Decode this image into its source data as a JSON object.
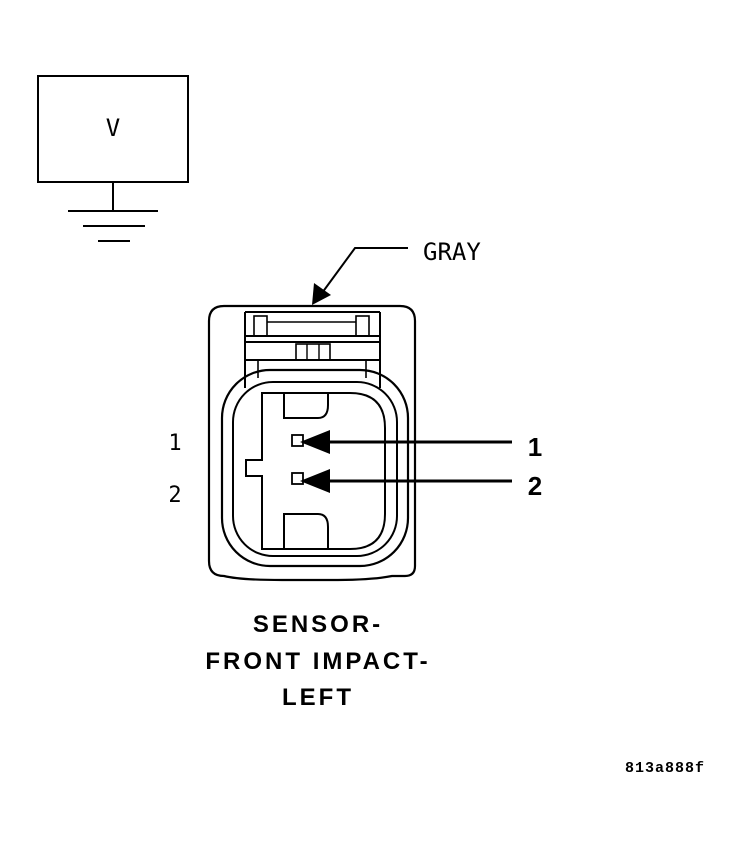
{
  "meter": {
    "label": "V"
  },
  "wire": {
    "color_label": "GRAY"
  },
  "connector": {
    "side_pins": [
      "1",
      "2"
    ],
    "callout_pins": [
      "1",
      "2"
    ]
  },
  "title": {
    "lines": [
      "SENSOR-",
      "FRONT IMPACT-",
      "LEFT"
    ]
  },
  "figure_id": "813a888f"
}
